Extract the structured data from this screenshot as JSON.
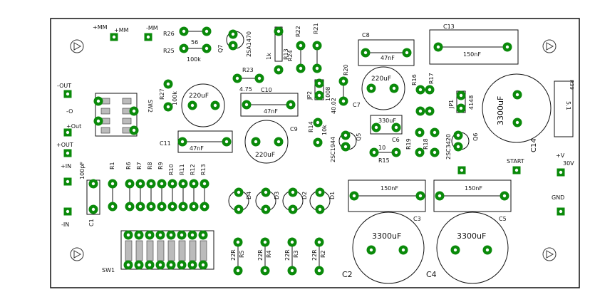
{
  "pcb": {
    "terminals": {
      "plus_mm": "+MM",
      "plus_mm2": "+MM",
      "minus_mm": "-MM",
      "minus_out": "-OUT",
      "minus_o": "-O",
      "plus_out_small": "+Out",
      "plus_out": "+OUT",
      "plus_in": "+IN",
      "minus_in": "-IN",
      "start": "START",
      "plus_v": "+V",
      "v30": "30V",
      "gnd": "GND"
    },
    "switches": {
      "sw1": "SW1",
      "sw2": "SW2"
    },
    "resistors": {
      "r26": "R26",
      "r26_val": "56",
      "r25": "R25",
      "r25_val": "100k",
      "r27": "R27",
      "r27_val": "100k",
      "r22": "R22",
      "r21": "R21",
      "r24": "R24",
      "r13": "R13",
      "r13_val": "1k",
      "r23": "R23",
      "r23_val": "4.75",
      "r20": "R20",
      "r20_val": "40.02",
      "r16": "R16",
      "r17": "R17",
      "r14": "R14",
      "r14_val": "10k",
      "r15": "R15",
      "r15_val": "10",
      "r19": "R19",
      "r18": "R18",
      "r1": "R1",
      "r6": "R6",
      "r7": "R7",
      "r8": "R8",
      "r9": "R9",
      "r10": "R10",
      "r11": "R11",
      "r12": "R12",
      "r13b": "R13",
      "r5": "R5",
      "r4": "R4",
      "r3": "R3",
      "r2": "R2",
      "r_val": "22R",
      "r39": "R39",
      "r39_val": "5.1"
    },
    "capacitors": {
      "c8": "C8",
      "c8_val": "47nF",
      "c13": "C13",
      "c13_val": "150nF",
      "c7_val": "220uF",
      "c7": "C7",
      "c10": "C10",
      "c10_val": "47nF",
      "c12_val": "220uF",
      "c11": "C11",
      "c11_val": "47nF",
      "c9": "C9",
      "c9_val": "220uF",
      "c6": "C6",
      "c6_val": "330uF",
      "c14": "C14",
      "c14_val": "3300uF",
      "c1": "C1",
      "c1_val": "100pF",
      "c3": "C3",
      "c3_val": "150nF",
      "c5": "C5",
      "c5_val": "150nF",
      "c2": "C2",
      "c2_val": "3300uF",
      "c4": "C4",
      "c4_val": "3300uF"
    },
    "semis": {
      "q7": "Q7",
      "q7_val": "2SA1470",
      "jp2": "JP2",
      "jp2_val": "1008",
      "jp1": "JP1",
      "jp1_val": "4148",
      "q5": "Q5",
      "q5_val": "2SC1944",
      "q6": "Q6",
      "q6_val": "2SC3420",
      "d4": "D4",
      "d3": "D3",
      "d2": "D2",
      "d1": "D1"
    }
  }
}
